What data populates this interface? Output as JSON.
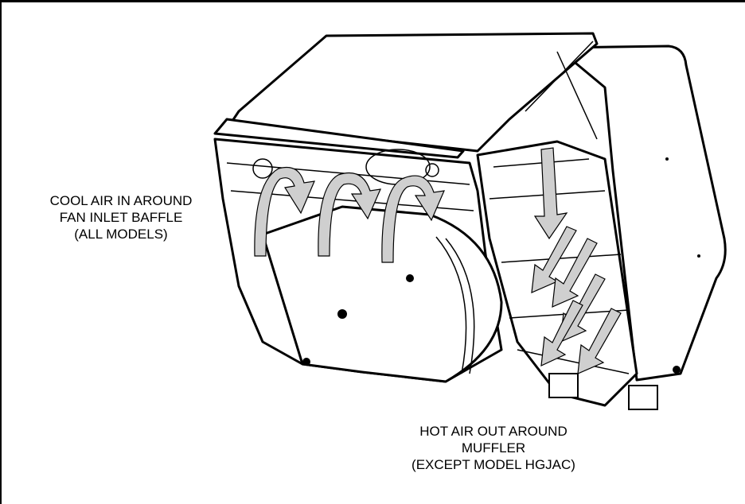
{
  "callouts": {
    "cool_air": {
      "line1": "COOL AIR IN AROUND",
      "line2": "FAN INLET BAFFLE",
      "line3": "(ALL MODELS)"
    },
    "hot_air": {
      "line1": "HOT AIR OUT AROUND",
      "line2": "MUFFLER",
      "line3": "(EXCEPT MODEL HGJAC)"
    }
  },
  "colors": {
    "line": "#000000",
    "arrow_fill": "#c8c8c8",
    "background": "#ffffff"
  },
  "icons": [
    "cool-air-flow-arrow-icon",
    "hot-air-flow-arrow-icon"
  ]
}
